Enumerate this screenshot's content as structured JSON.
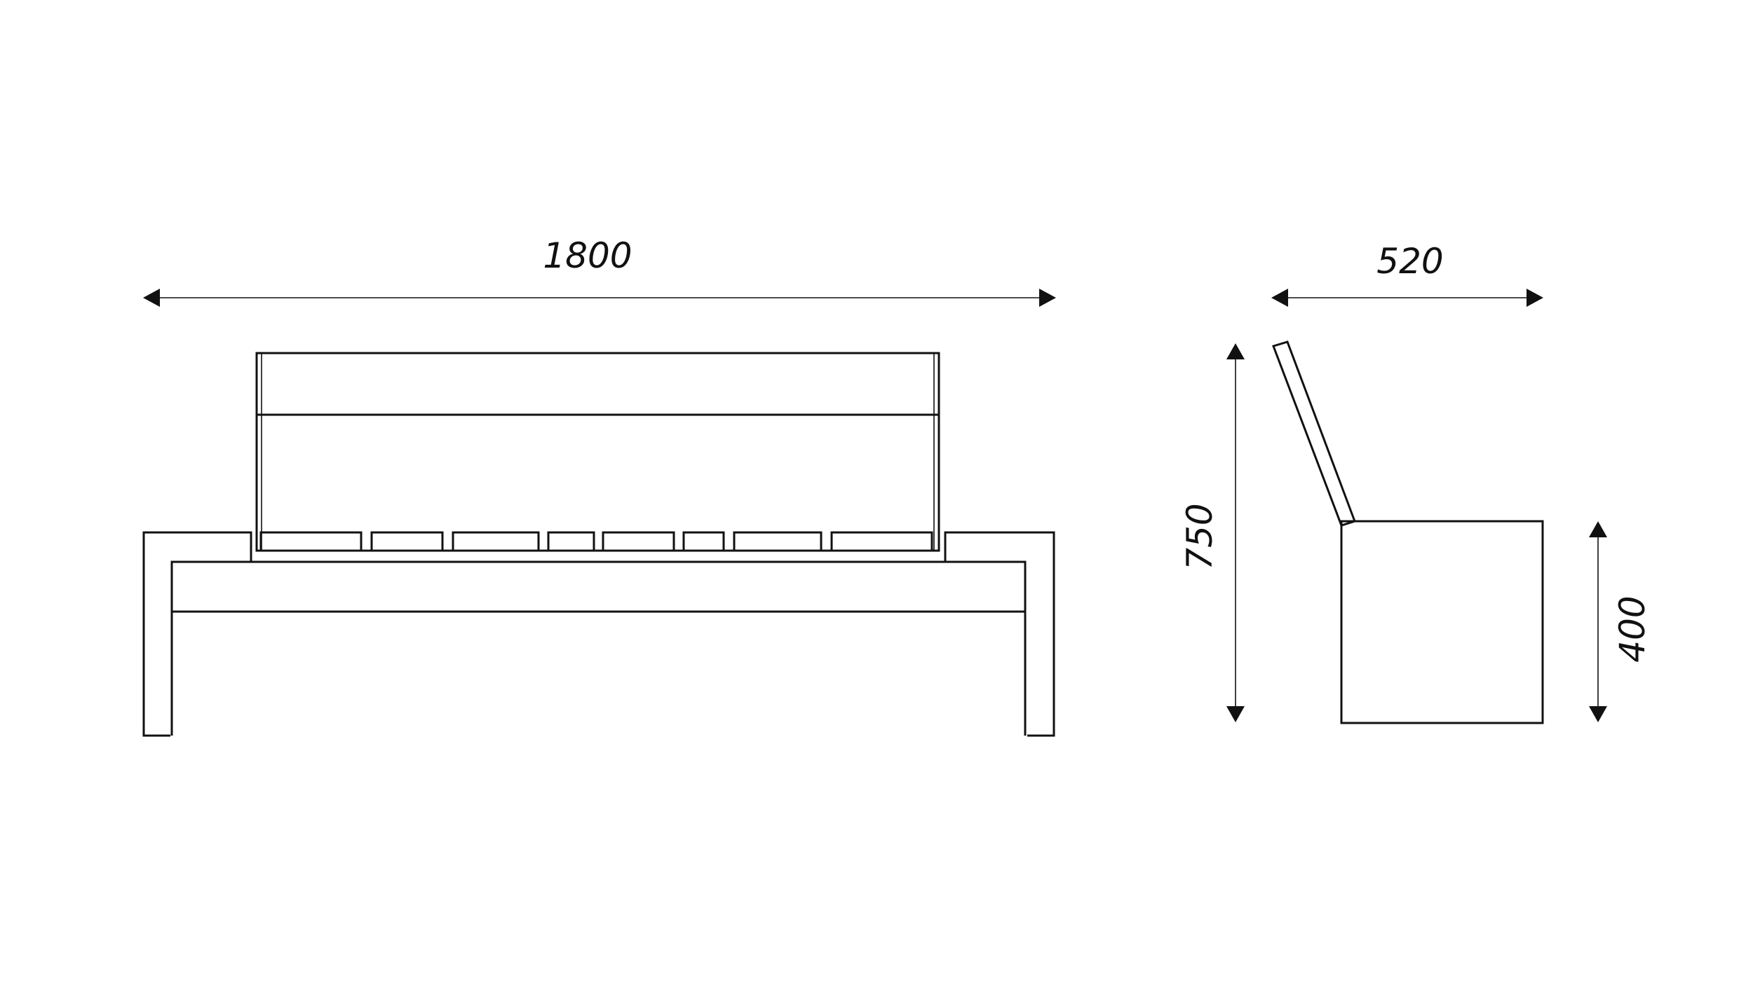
{
  "diagram": {
    "front_view": {
      "width_label": "1800"
    },
    "side_view": {
      "depth_label": "520",
      "total_height_label": "750",
      "seat_height_label": "400"
    },
    "colors": {
      "line": "#111111",
      "background": "#ffffff"
    }
  }
}
